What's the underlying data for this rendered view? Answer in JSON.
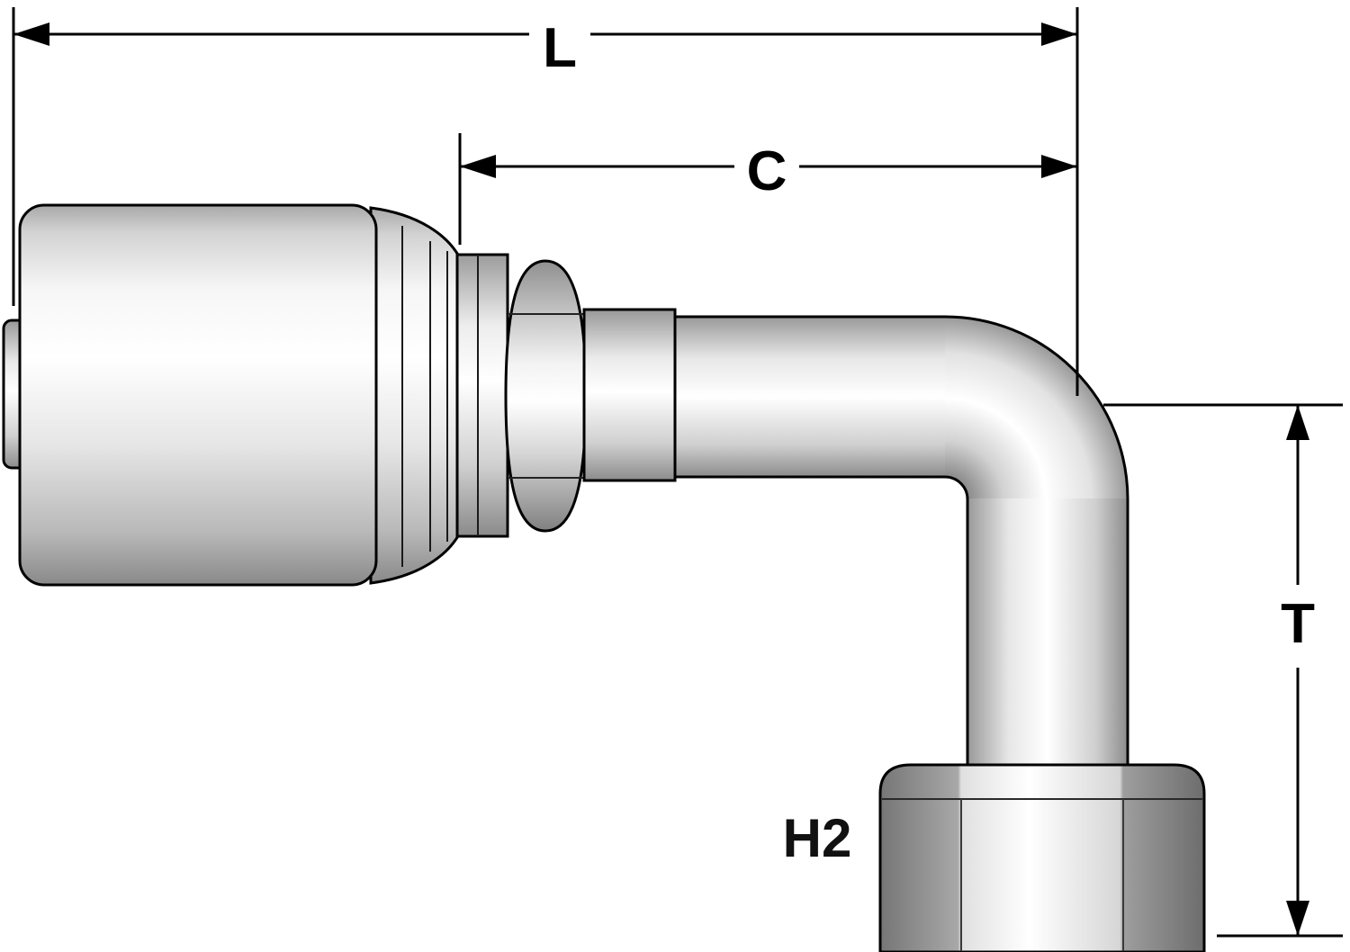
{
  "diagram": {
    "labels": {
      "l": "L",
      "c": "C",
      "t": "T",
      "h2": "H2"
    },
    "colors": {
      "background": "#ffffff",
      "line": "#000000",
      "metal_highlight": "#ffffff",
      "metal_shadow": "#8a8a8a"
    }
  }
}
